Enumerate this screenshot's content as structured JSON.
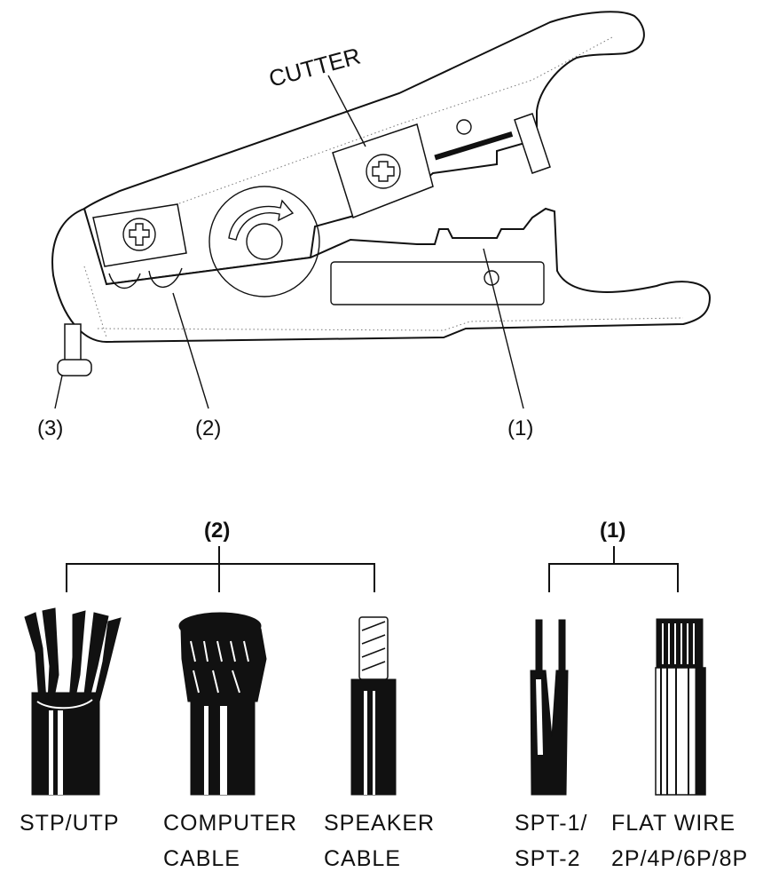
{
  "diagram": {
    "title": "Cable stripper tool with compatible cable types",
    "tool": {
      "cutter_label": "CUTTER",
      "callouts": [
        {
          "id": "1",
          "label": "(1)",
          "description": "flat cable stripping slot"
        },
        {
          "id": "2",
          "label": "(2)",
          "description": "round cable stripping blade"
        },
        {
          "id": "3",
          "label": "(3)",
          "description": "adjustment screw"
        }
      ]
    },
    "groups": [
      {
        "label": "(2)",
        "cables": [
          {
            "name": "stp-utp",
            "label_lines": [
              "STP/UTP"
            ]
          },
          {
            "name": "computer-cable",
            "label_lines": [
              "COMPUTER",
              "CABLE"
            ]
          },
          {
            "name": "speaker-cable",
            "label_lines": [
              "SPEAKER",
              "CABLE"
            ]
          }
        ]
      },
      {
        "label": "(1)",
        "cables": [
          {
            "name": "spt",
            "label_lines": [
              "SPT-1/",
              "SPT-2"
            ]
          },
          {
            "name": "flat-wire",
            "label_lines": [
              "FLAT WIRE",
              "2P/4P/6P/8P"
            ]
          }
        ]
      }
    ]
  }
}
